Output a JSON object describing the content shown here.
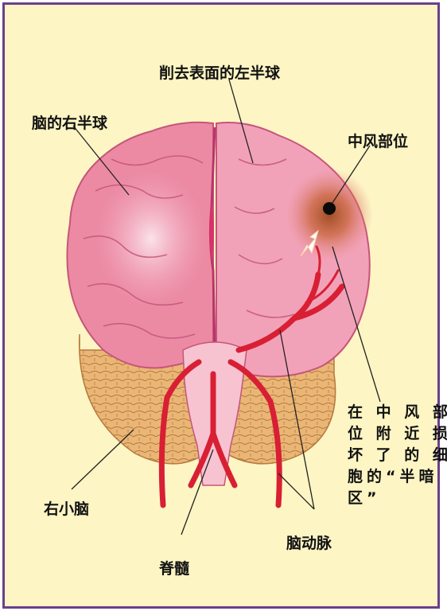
{
  "labels": {
    "left_hemisphere_cut": "削去表面的左半球",
    "right_hemisphere": "脑的右半球",
    "stroke_site": "中风部位",
    "penumbra": "在 中 风 部\n位 附 近 损\n坏 了 的 细\n胞的“半暗\n区”",
    "right_cerebellum": "右小脑",
    "cerebral_artery": "脑动脉",
    "spinal_cord": "脊髓"
  },
  "colors": {
    "background": "#fdf5c4",
    "border": "#6c3f8c",
    "brain_pink": "#ec8aa4",
    "brain_light": "#f7c3d1",
    "artery_red": "#d81f34",
    "cerebellum": "#e8b46c",
    "stroke_halo": "#c8643a"
  }
}
